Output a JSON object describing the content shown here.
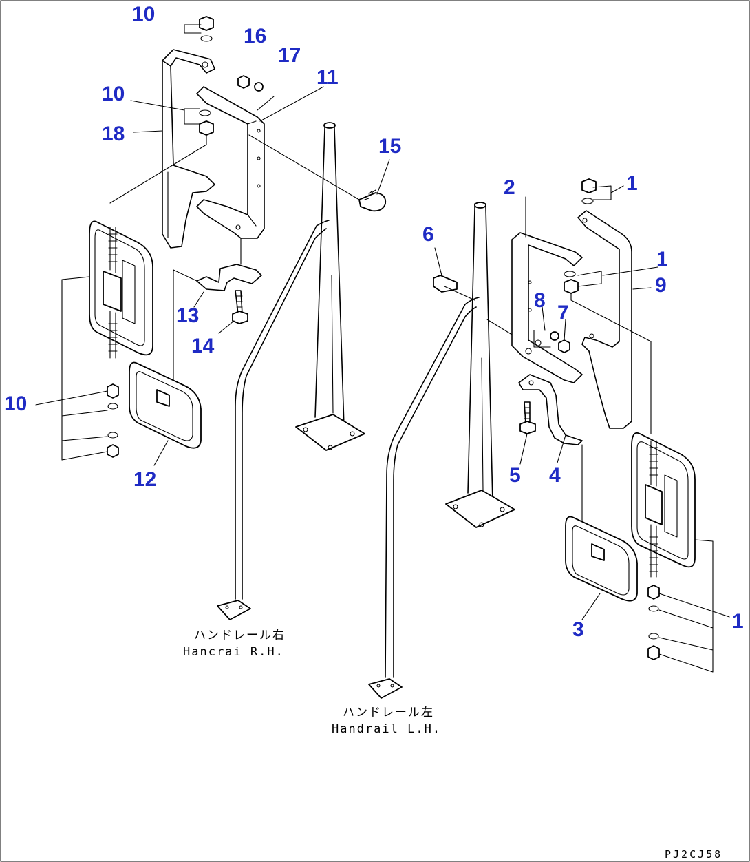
{
  "callouts": {
    "c10_top": "10",
    "c16": "16",
    "c17": "17",
    "c11": "11",
    "c10_mid": "10",
    "c18": "18",
    "c15": "15",
    "c2": "2",
    "c1_top": "1",
    "c6": "6",
    "c1_mid": "1",
    "c9": "9",
    "c8": "8",
    "c7": "7",
    "c13": "13",
    "c14": "14",
    "c10_low": "10",
    "c12": "12",
    "c5": "5",
    "c4": "4",
    "c3": "3",
    "c1_low": "1"
  },
  "captions": {
    "rh_jp": "ハンドレール右",
    "rh_en": "Hancrai  R.H.",
    "lh_jp": "ハンドレール左",
    "lh_en": "Handrail L.H."
  },
  "drawing_code": "PJ2CJ58"
}
